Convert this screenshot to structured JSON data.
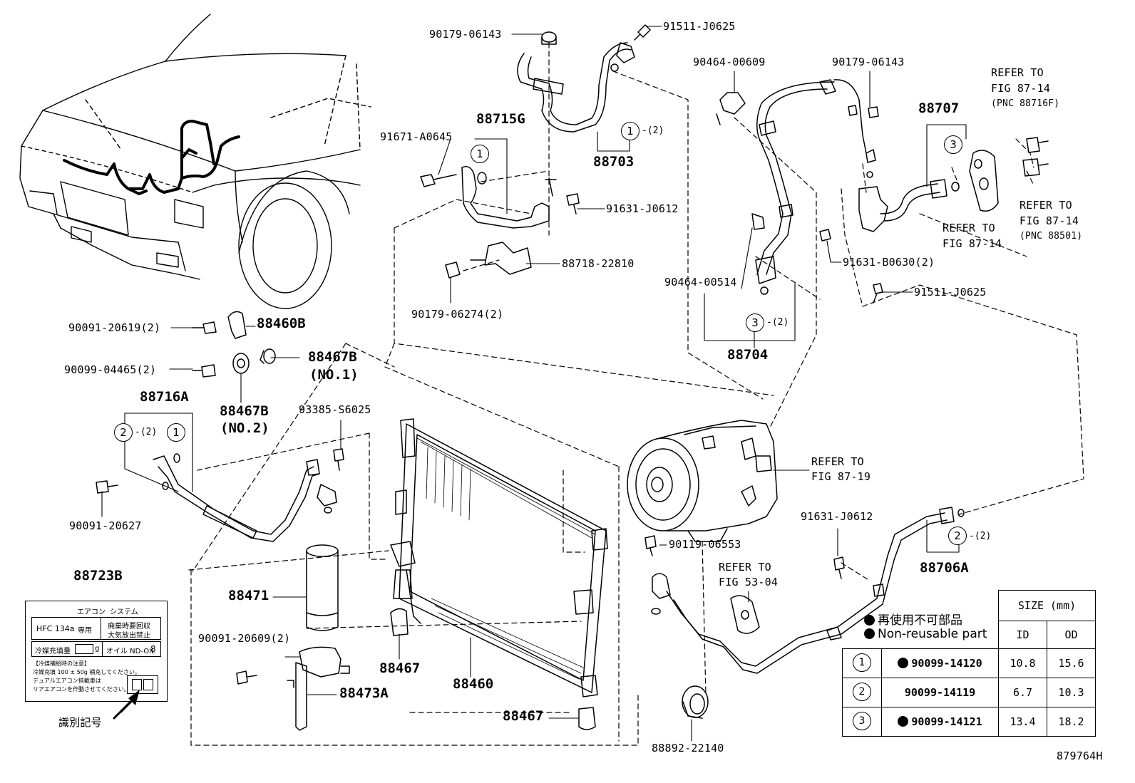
{
  "labels": {
    "p90179_06143_top": "90179-06143",
    "p91511_J0625_top": "91511-J0625",
    "p88715G": "88715G",
    "p91671_A0645": "91671-A0645",
    "p88703": "88703",
    "p91631_J0612_mid": "91631-J0612",
    "p88718_22810": "88718-22810",
    "p90179_06274": "90179-06274(2)",
    "p90464_00609": "90464-00609",
    "p90179_06143_right": "90179-06143",
    "p88707": "88707",
    "refer_87_14_a": "REFER TO",
    "refer_87_14_a2": "FIG 87-14",
    "refer_87_14_a3": "(PNC 88716F)",
    "refer_87_14_b": "REFER TO",
    "refer_87_14_b2": "FIG 87-14",
    "refer_87_14_b3": "(PNC 88501)",
    "refer_87_14_c": "REFER TO",
    "refer_87_14_c2": "FIG 87-14",
    "p91631_B0630": "91631-B0630(2)",
    "p90464_00514": "90464-00514",
    "p91511_J0625_right": "91511-J0625",
    "p88704": "88704",
    "p90091_20619": "90091-20619(2)",
    "p88460B": "88460B",
    "p90099_04465": "90099-04465(2)",
    "p88467B_no1": "88467B",
    "p88467B_no1b": "(NO.1)",
    "p88716A": "88716A",
    "p88467B_no2": "88467B",
    "p88467B_no2b": "(NO.2)",
    "p93385_S6025": "93385-S6025",
    "p90091_20627": "90091-20627",
    "refer_87_19": "REFER TO",
    "refer_87_19b": "FIG 87-19",
    "p91631_J0612_low": "91631-J0612",
    "p88706A": "88706A",
    "p90119_06553": "90119-06553",
    "refer_53_04": "REFER TO",
    "refer_53_04b": "FIG 53-04",
    "p88723B": "88723B",
    "p88471": "88471",
    "p90091_20609": "90091-20609(2)",
    "p88467_mid": "88467",
    "p88473A": "88473A",
    "p88460": "88460",
    "p88467_low": "88467",
    "p88892_22140": "88892-22140",
    "id_mark": "識別記号",
    "fig_no": "879764H"
  },
  "callouts": {
    "c_88703": "1",
    "c_88703_qty": "-(2)",
    "c_88715G": "1",
    "c_88704": "3",
    "c_88704_qty": "-(2)",
    "c_88707": "3",
    "c_88716A_a": "2",
    "c_88716A_qty": "-(2)",
    "c_88716A_b": "1",
    "c_88706A": "2",
    "c_88706A_qty": "-(2)"
  },
  "sticker": {
    "title": "エアコン システム",
    "refrigerant": "HFC 134a",
    "dedicated": "専用",
    "warn1": "廃棄時要回収",
    "warn2": "大気放出禁止",
    "charge": "冷媒充填量",
    "charge_unit": "g",
    "oil": "オイル ND-OIL",
    "oil_no": "8",
    "note_title": "【冷媒補給時の注意】",
    "note1": "冷媒充填 100 ± 50g 補充してください。",
    "note2": "デュアルエアコン搭載車は",
    "note3": "リアエアコンを作動させてください。"
  },
  "legend": {
    "jp": "再使用不可部品",
    "en": "Non-reusable part"
  },
  "size_table": {
    "header": "SIZE (mm)",
    "col_id": "ID",
    "col_od": "OD",
    "rows": [
      {
        "mark": "1",
        "part": "90099-14120",
        "non_reusable": true,
        "id": "10.8",
        "od": "15.6"
      },
      {
        "mark": "2",
        "part": "90099-14119",
        "non_reusable": false,
        "id": "6.7",
        "od": "10.3"
      },
      {
        "mark": "3",
        "part": "90099-14121",
        "non_reusable": true,
        "id": "13.4",
        "od": "18.2"
      }
    ]
  }
}
